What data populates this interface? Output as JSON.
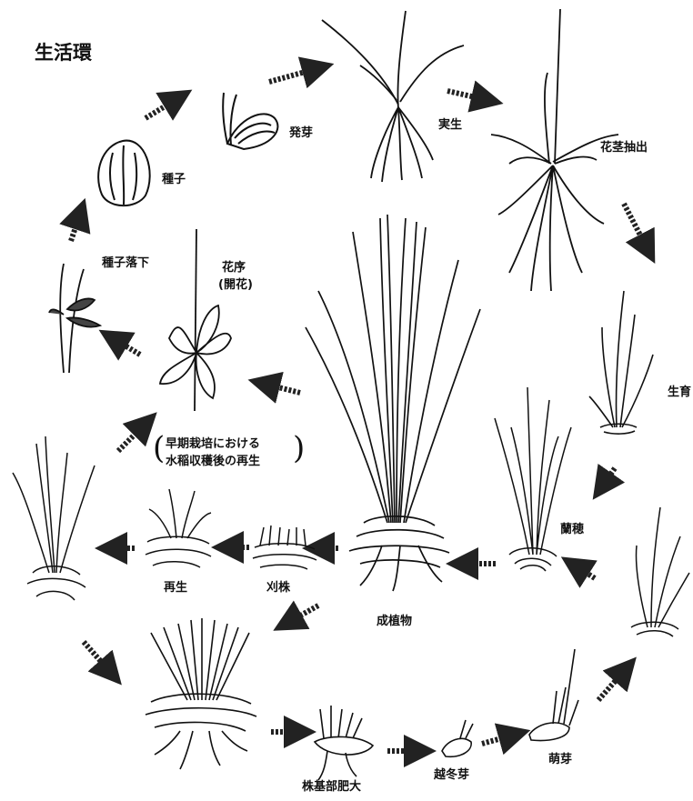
{
  "title": "生活環",
  "stages": {
    "seed": "種子",
    "germination": "発芽",
    "seedling": "実生",
    "flower_stalk": "花茎抽出",
    "growth": "生育",
    "ear_sprout": "蘭穂",
    "sprouting": "萌芽",
    "overwintering_bud": "越冬芽",
    "stock_base_thickening": "株基部肥大",
    "mature_plant": "成植物",
    "cut_stock": "刈株",
    "regrowth": "再生",
    "seed_fall": "種子落下",
    "inflorescence": "花序",
    "flowering": "(開花)"
  },
  "note": {
    "line1": "早期栽培における",
    "line2": "水稲収穫後の再生"
  }
}
